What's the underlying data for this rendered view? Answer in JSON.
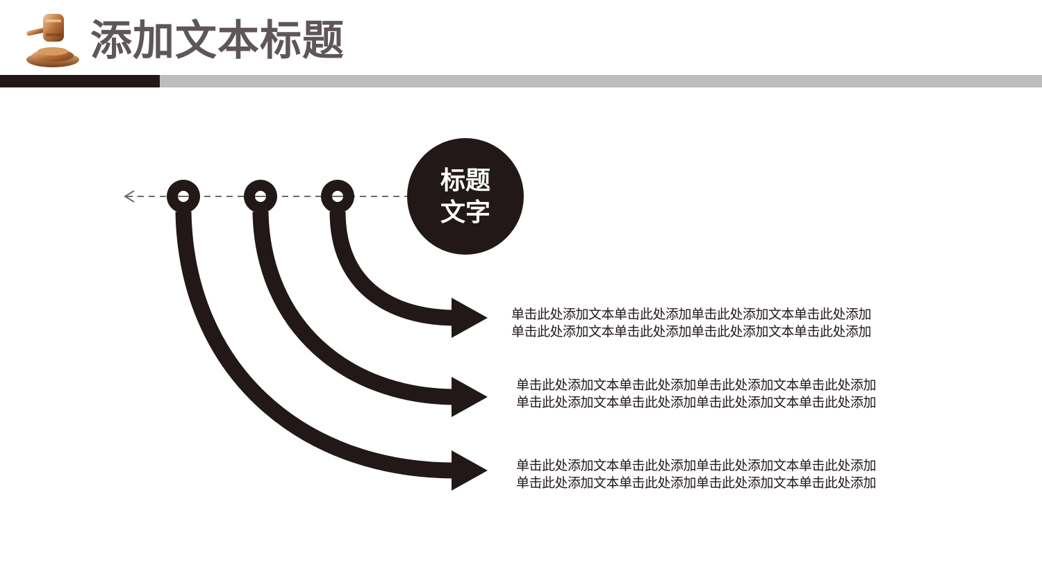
{
  "header": {
    "title": "添加文本标题",
    "logo_icon": "gavel-icon",
    "accent_dark": "#231818",
    "accent_light": "#bdbdbd"
  },
  "diagram": {
    "center_label": [
      "标题",
      "文字"
    ],
    "items": [
      {
        "lines": [
          "单击此处添加文本单击此处添加单击此处添加文本单击此处添加",
          "单击此处添加文本单击此处添加单击此处添加文本单击此处添加"
        ]
      },
      {
        "lines": [
          "单击此处添加文本单击此处添加单击此处添加文本单击此处添加",
          "单击此处添加文本单击此处添加单击此处添加文本单击此处添加"
        ]
      },
      {
        "lines": [
          "单击此处添加文本单击此处添加单击此处添加文本单击此处添加",
          "单击此处添加文本单击此处添加单击此处添加文本单击此处添加"
        ]
      }
    ],
    "color": "#231818"
  }
}
